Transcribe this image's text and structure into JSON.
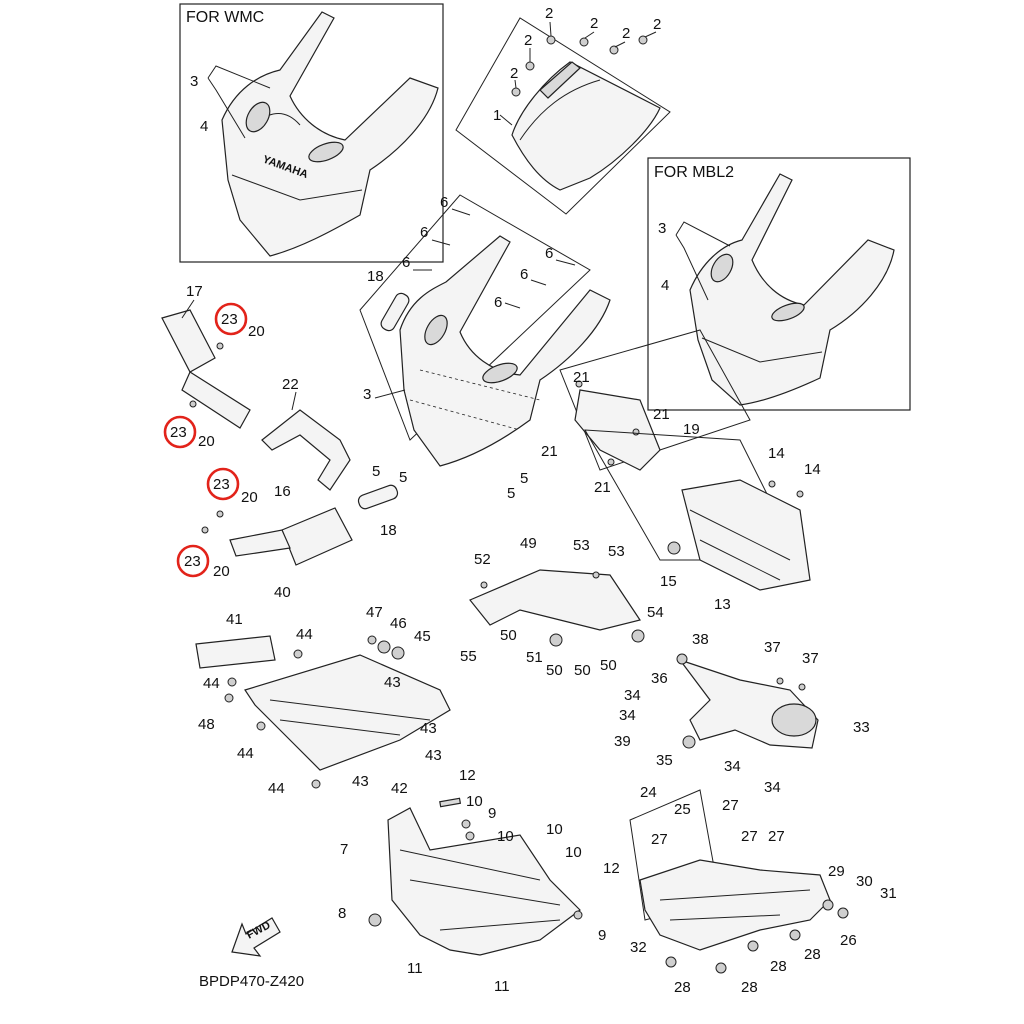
{
  "diagram_code": "BPDP470-Z420",
  "fwd_label": "FWD",
  "inset_wmc": {
    "title": "FOR WMC",
    "brand": "YAMAHA"
  },
  "inset_mbl2": {
    "title": "FOR MBL2"
  },
  "highlight_color": "#e2231a",
  "callouts": [
    {
      "id": "c1",
      "label": "2"
    },
    {
      "id": "c2",
      "label": "2"
    },
    {
      "id": "c3",
      "label": "2"
    },
    {
      "id": "c4",
      "label": "2"
    },
    {
      "id": "c5",
      "label": "2"
    },
    {
      "id": "c6",
      "label": "2"
    },
    {
      "id": "c7",
      "label": "1"
    },
    {
      "id": "c8",
      "label": "3"
    },
    {
      "id": "c9",
      "label": "4"
    },
    {
      "id": "c10",
      "label": "3"
    },
    {
      "id": "c11",
      "label": "4"
    },
    {
      "id": "c12",
      "label": "6"
    },
    {
      "id": "c13",
      "label": "6"
    },
    {
      "id": "c14",
      "label": "6"
    },
    {
      "id": "c15",
      "label": "6"
    },
    {
      "id": "c16",
      "label": "6"
    },
    {
      "id": "c17",
      "label": "6"
    },
    {
      "id": "c18",
      "label": "17"
    },
    {
      "id": "c19",
      "label": "23"
    },
    {
      "id": "c20",
      "label": "20"
    },
    {
      "id": "c21",
      "label": "18"
    },
    {
      "id": "c22",
      "label": "22"
    },
    {
      "id": "c23",
      "label": "3"
    },
    {
      "id": "c24",
      "label": "23"
    },
    {
      "id": "c25",
      "label": "20"
    },
    {
      "id": "c26",
      "label": "21"
    },
    {
      "id": "c27",
      "label": "21"
    },
    {
      "id": "c28",
      "label": "21"
    },
    {
      "id": "c29",
      "label": "19"
    },
    {
      "id": "c30",
      "label": "21"
    },
    {
      "id": "c31",
      "label": "5"
    },
    {
      "id": "c32",
      "label": "5"
    },
    {
      "id": "c33",
      "label": "5"
    },
    {
      "id": "c34",
      "label": "5"
    },
    {
      "id": "c35",
      "label": "18"
    },
    {
      "id": "c36",
      "label": "23"
    },
    {
      "id": "c37",
      "label": "20"
    },
    {
      "id": "c38",
      "label": "16"
    },
    {
      "id": "c39",
      "label": "23"
    },
    {
      "id": "c40",
      "label": "20"
    },
    {
      "id": "c41",
      "label": "14"
    },
    {
      "id": "c42",
      "label": "14"
    },
    {
      "id": "c43",
      "label": "15"
    },
    {
      "id": "c44",
      "label": "13"
    },
    {
      "id": "c45",
      "label": "49"
    },
    {
      "id": "c46",
      "label": "52"
    },
    {
      "id": "c47",
      "label": "53"
    },
    {
      "id": "c48",
      "label": "53"
    },
    {
      "id": "c49",
      "label": "54"
    },
    {
      "id": "c50",
      "label": "50"
    },
    {
      "id": "c51",
      "label": "55"
    },
    {
      "id": "c52",
      "label": "51"
    },
    {
      "id": "c53",
      "label": "50"
    },
    {
      "id": "c54",
      "label": "50"
    },
    {
      "id": "c55",
      "label": "50"
    },
    {
      "id": "c56",
      "label": "40"
    },
    {
      "id": "c57",
      "label": "41"
    },
    {
      "id": "c58",
      "label": "44"
    },
    {
      "id": "c59",
      "label": "47"
    },
    {
      "id": "c60",
      "label": "46"
    },
    {
      "id": "c61",
      "label": "45"
    },
    {
      "id": "c62",
      "label": "44"
    },
    {
      "id": "c63",
      "label": "48"
    },
    {
      "id": "c64",
      "label": "43"
    },
    {
      "id": "c65",
      "label": "44"
    },
    {
      "id": "c66",
      "label": "43"
    },
    {
      "id": "c67",
      "label": "43"
    },
    {
      "id": "c68",
      "label": "44"
    },
    {
      "id": "c69",
      "label": "43"
    },
    {
      "id": "c70",
      "label": "42"
    },
    {
      "id": "c71",
      "label": "38"
    },
    {
      "id": "c72",
      "label": "37"
    },
    {
      "id": "c73",
      "label": "37"
    },
    {
      "id": "c74",
      "label": "36"
    },
    {
      "id": "c75",
      "label": "34"
    },
    {
      "id": "c76",
      "label": "34"
    },
    {
      "id": "c77",
      "label": "33"
    },
    {
      "id": "c78",
      "label": "39"
    },
    {
      "id": "c79",
      "label": "35"
    },
    {
      "id": "c80",
      "label": "34"
    },
    {
      "id": "c81",
      "label": "34"
    },
    {
      "id": "c82",
      "label": "12"
    },
    {
      "id": "c83",
      "label": "10"
    },
    {
      "id": "c84",
      "label": "9"
    },
    {
      "id": "c85",
      "label": "10"
    },
    {
      "id": "c86",
      "label": "7"
    },
    {
      "id": "c87",
      "label": "10"
    },
    {
      "id": "c88",
      "label": "10"
    },
    {
      "id": "c89",
      "label": "12"
    },
    {
      "id": "c90",
      "label": "8"
    },
    {
      "id": "c91",
      "label": "9"
    },
    {
      "id": "c92",
      "label": "11"
    },
    {
      "id": "c93",
      "label": "11"
    },
    {
      "id": "c94",
      "label": "24"
    },
    {
      "id": "c95",
      "label": "25"
    },
    {
      "id": "c96",
      "label": "27"
    },
    {
      "id": "c97",
      "label": "27"
    },
    {
      "id": "c98",
      "label": "27"
    },
    {
      "id": "c99",
      "label": "27"
    },
    {
      "id": "c100",
      "label": "29"
    },
    {
      "id": "c101",
      "label": "30"
    },
    {
      "id": "c102",
      "label": "31"
    },
    {
      "id": "c103",
      "label": "26"
    },
    {
      "id": "c104",
      "label": "32"
    },
    {
      "id": "c105",
      "label": "28"
    },
    {
      "id": "c106",
      "label": "28"
    },
    {
      "id": "c107",
      "label": "28"
    },
    {
      "id": "c108",
      "label": "28"
    }
  ]
}
